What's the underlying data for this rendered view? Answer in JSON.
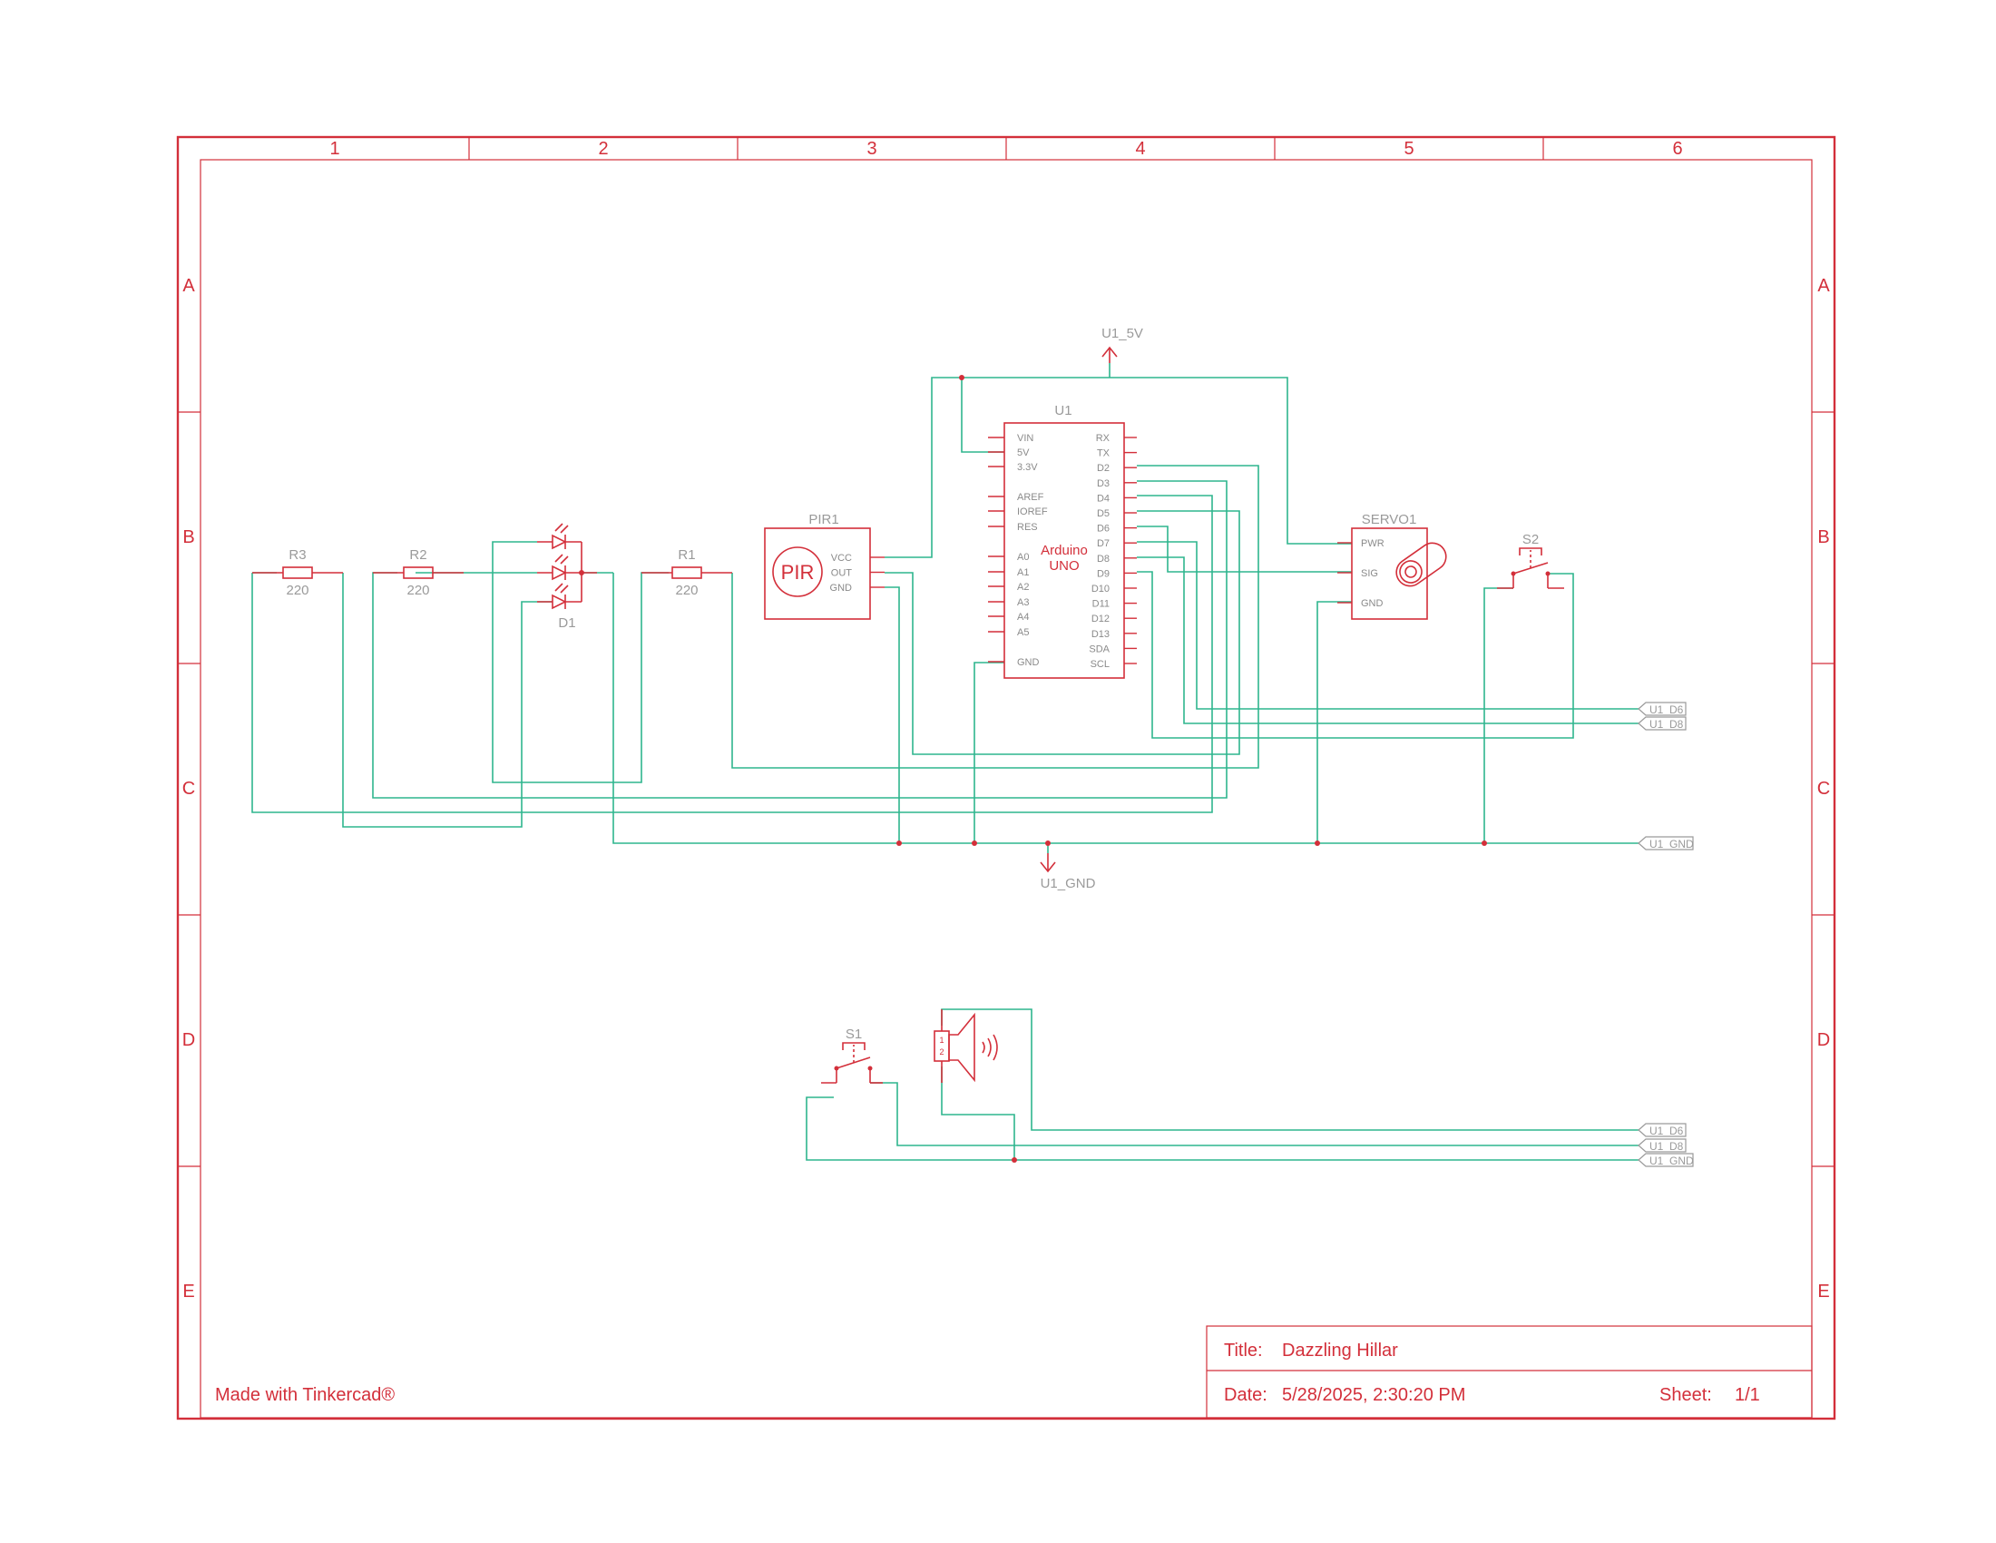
{
  "sheet": {
    "col_labels": [
      "1",
      "2",
      "3",
      "4",
      "5",
      "6"
    ],
    "row_labels": [
      "A",
      "B",
      "C",
      "D",
      "E"
    ],
    "credit": "Made with Tinkercad®"
  },
  "title_block": {
    "title_key": "Title:",
    "title_value": "Dazzling Hillar",
    "date_key": "Date:",
    "date_value": "5/28/2025, 2:30:20 PM",
    "sheet_key": "Sheet:",
    "sheet_value": "1/1"
  },
  "power": {
    "vcc_label": "U1_5V",
    "gnd_label": "U1_GND"
  },
  "arduino": {
    "ref": "U1",
    "name_line1": "Arduino",
    "name_line2": "UNO",
    "left_pins": [
      "VIN",
      "5V",
      "3.3V",
      "AREF",
      "IOREF",
      "RES",
      "A0",
      "A1",
      "A2",
      "A3",
      "A4",
      "A5",
      "GND"
    ],
    "right_pins": [
      "RX",
      "TX",
      "D2",
      "D3",
      "D4",
      "D5",
      "D6",
      "D7",
      "D8",
      "D9",
      "D10",
      "D11",
      "D12",
      "D13",
      "SDA",
      "SCL"
    ]
  },
  "pir": {
    "ref": "PIR1",
    "body": "PIR",
    "pins": [
      "VCC",
      "OUT",
      "GND"
    ]
  },
  "servo": {
    "ref": "SERVO1",
    "pins": [
      "PWR",
      "SIG",
      "GND"
    ]
  },
  "resistors": [
    {
      "ref": "R3",
      "value": "220"
    },
    {
      "ref": "R2",
      "value": "220"
    },
    {
      "ref": "R1",
      "value": "220"
    }
  ],
  "led": {
    "ref": "D1"
  },
  "switches": [
    {
      "ref": "S2"
    },
    {
      "ref": "S1"
    }
  ],
  "buzzer": {
    "pin_labels": [
      "1",
      "2"
    ]
  },
  "net_flags": {
    "upper": [
      "U1_D6",
      "U1_D8",
      "U1_GND"
    ],
    "lower": [
      "U1_D6",
      "U1_D8",
      "U1_GND"
    ]
  },
  "colors": {
    "frame": "#d32f3a",
    "wire": "#2fb58e",
    "label_grey": "#8a8a8a"
  }
}
